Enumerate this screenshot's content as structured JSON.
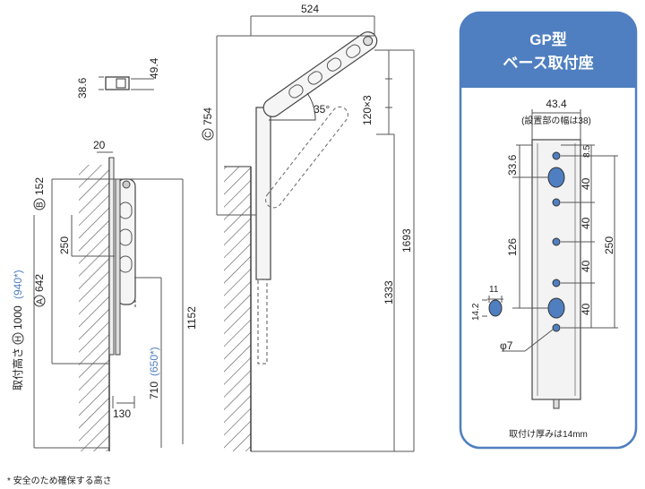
{
  "side_view": {
    "top_width": "20",
    "mount_height_label": "取付高さ",
    "mount_height_circle": "H",
    "mount_height_value": "1000",
    "mount_height_alt": "(940*)",
    "dim_b": "152",
    "dim_b_circle": "B",
    "dim_a": "642",
    "dim_a_circle": "A",
    "dim_250": "250",
    "dim_1152": "1152",
    "dim_710": "710",
    "dim_710_alt": "(650*)",
    "dim_130": "130"
  },
  "end_view": {
    "height": "38.6",
    "width": "49.4"
  },
  "front_view": {
    "top_width": "524",
    "dim_c": "754",
    "dim_c_circle": "C",
    "angle": "35°",
    "pitch": "120×3",
    "dim_1333": "1333",
    "dim_1693": "1693"
  },
  "base_panel": {
    "title_line1": "GP型",
    "title_line2": "ベース取付座",
    "width": "43.4",
    "width_note": "(設置部の幅は38)",
    "dim_8_5": "8.5",
    "dim_33_6": "33.6",
    "dim_40_a": "40",
    "dim_40_b": "40",
    "dim_40_c": "40",
    "dim_40_d": "40",
    "dim_126": "126",
    "dim_250": "250",
    "dim_14_2": "14.2",
    "dim_11": "11",
    "hole": "φ7",
    "thickness_note": "取付け厚みは14mm",
    "accent_color": "#4f7fc0"
  },
  "footnote": "* 安全のため確保する高さ"
}
